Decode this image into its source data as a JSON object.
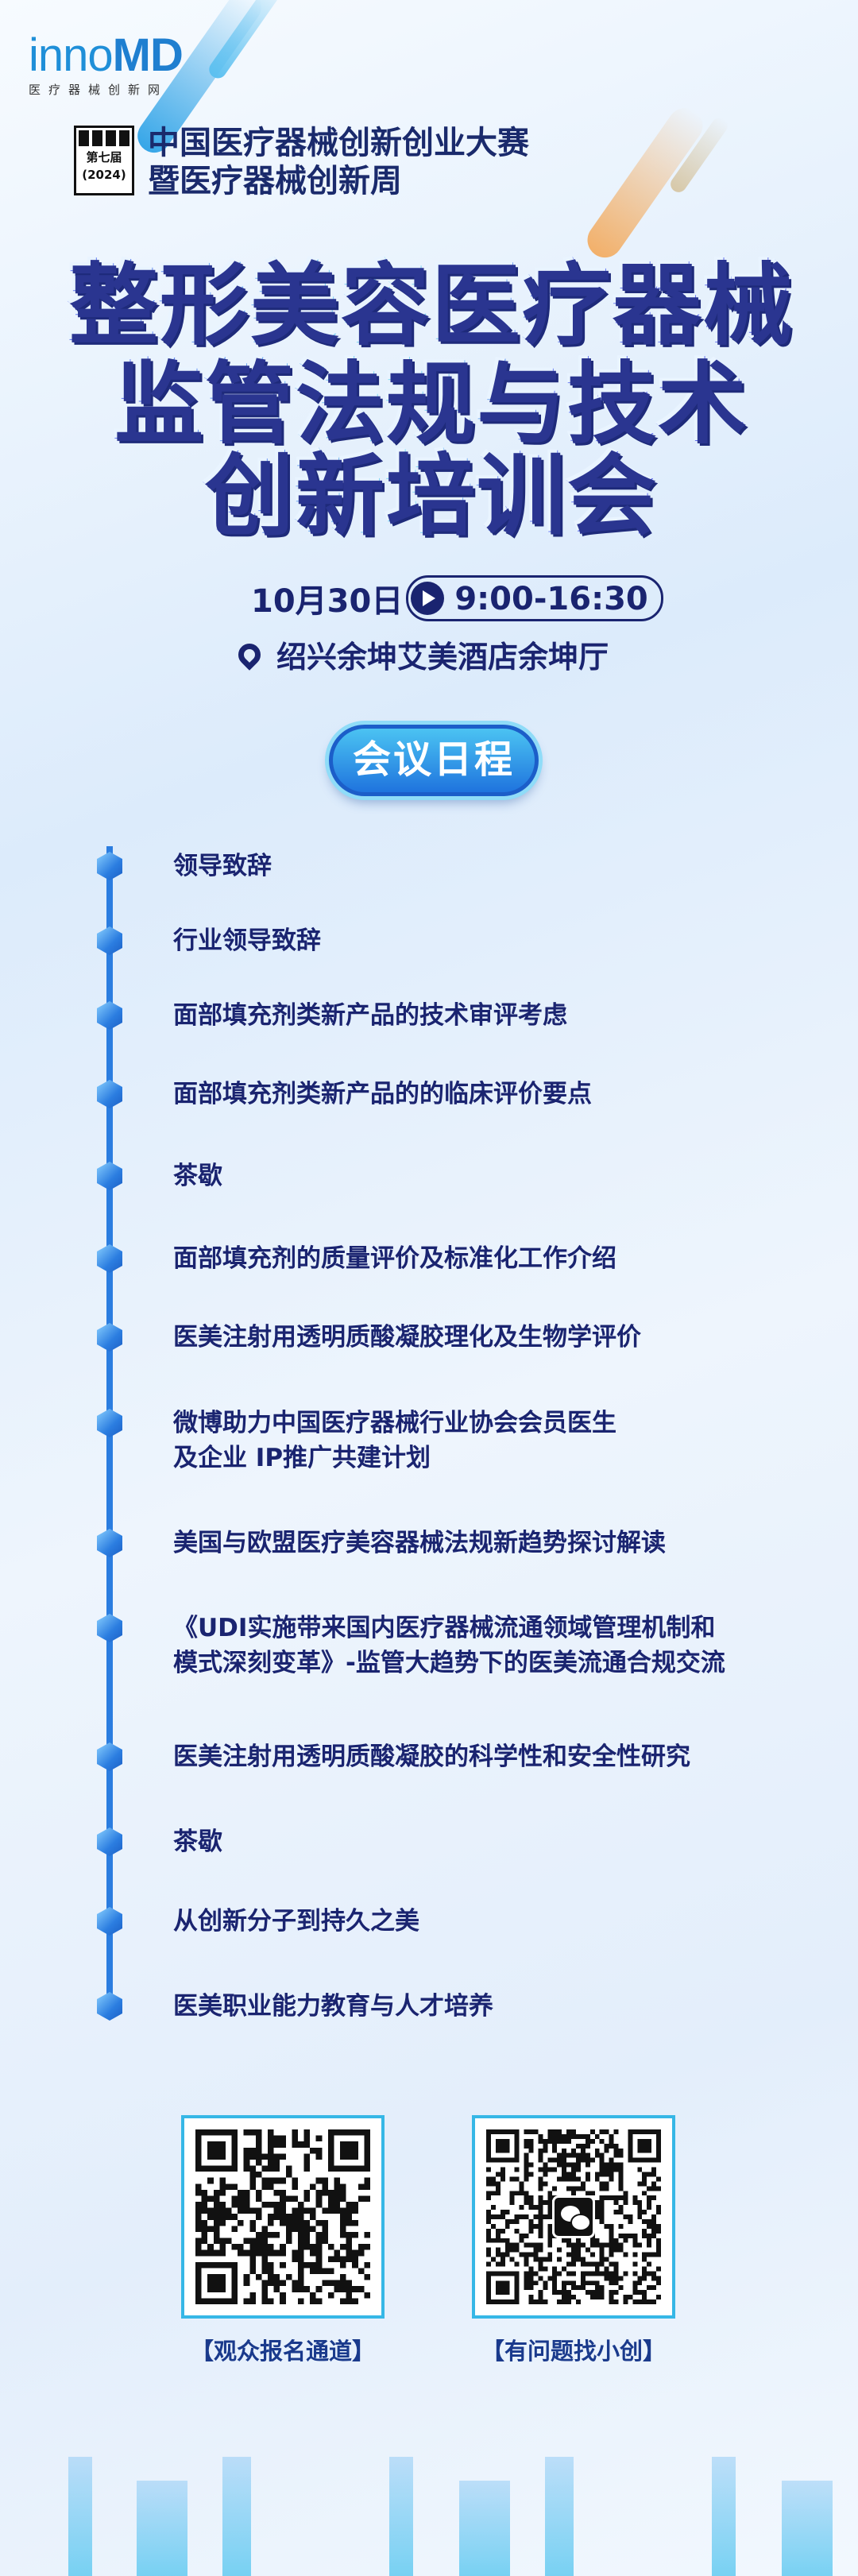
{
  "logo": {
    "brand_prefix": "inno",
    "brand_suffix": "MD",
    "tagline": "医疗器械创新网"
  },
  "badge": {
    "edition": "第七届",
    "year": "(2024)"
  },
  "subtitle": {
    "line1": "中国医疗器械创新创业大赛",
    "line2": "暨医疗器械创新周"
  },
  "title": {
    "line1": "整形美容医疗器械",
    "line2": "监管法规与技术",
    "line3": "创新培训会"
  },
  "date": "10月30日",
  "time": "9:00-16:30",
  "location": "绍兴余坤艾美酒店余坤厅",
  "agenda_button": "会议日程",
  "agenda": [
    "领导致辞",
    "行业领导致辞",
    "面部填充剂类新产品的技术审评考虑",
    "面部填充剂类新产品的的临床评价要点",
    "茶歇",
    "面部填充剂的质量评价及标准化工作介绍",
    "医美注射用透明质酸凝胶理化及生物学评价",
    "微博助力中国医疗器械行业协会会员医生\n及企业 IP推广共建计划",
    "美国与欧盟医疗美容器械法规新趋势探讨解读",
    "《UDI实施带来国内医疗器械流通领域管理机制和\n模式深刻变革》-监管大趋势下的医美流通合规交流",
    "医美注射用透明质酸凝胶的科学性和安全性研究",
    "茶歇",
    "从创新分子到持久之美",
    "医美职业能力教育与人才培养"
  ],
  "qr": [
    {
      "label": "【观众报名通道】"
    },
    {
      "label": "【有问题找小创】"
    }
  ],
  "colors": {
    "navy": "#1a2470",
    "accent": "#2b7de0",
    "qr_border": "#36b7e6"
  }
}
